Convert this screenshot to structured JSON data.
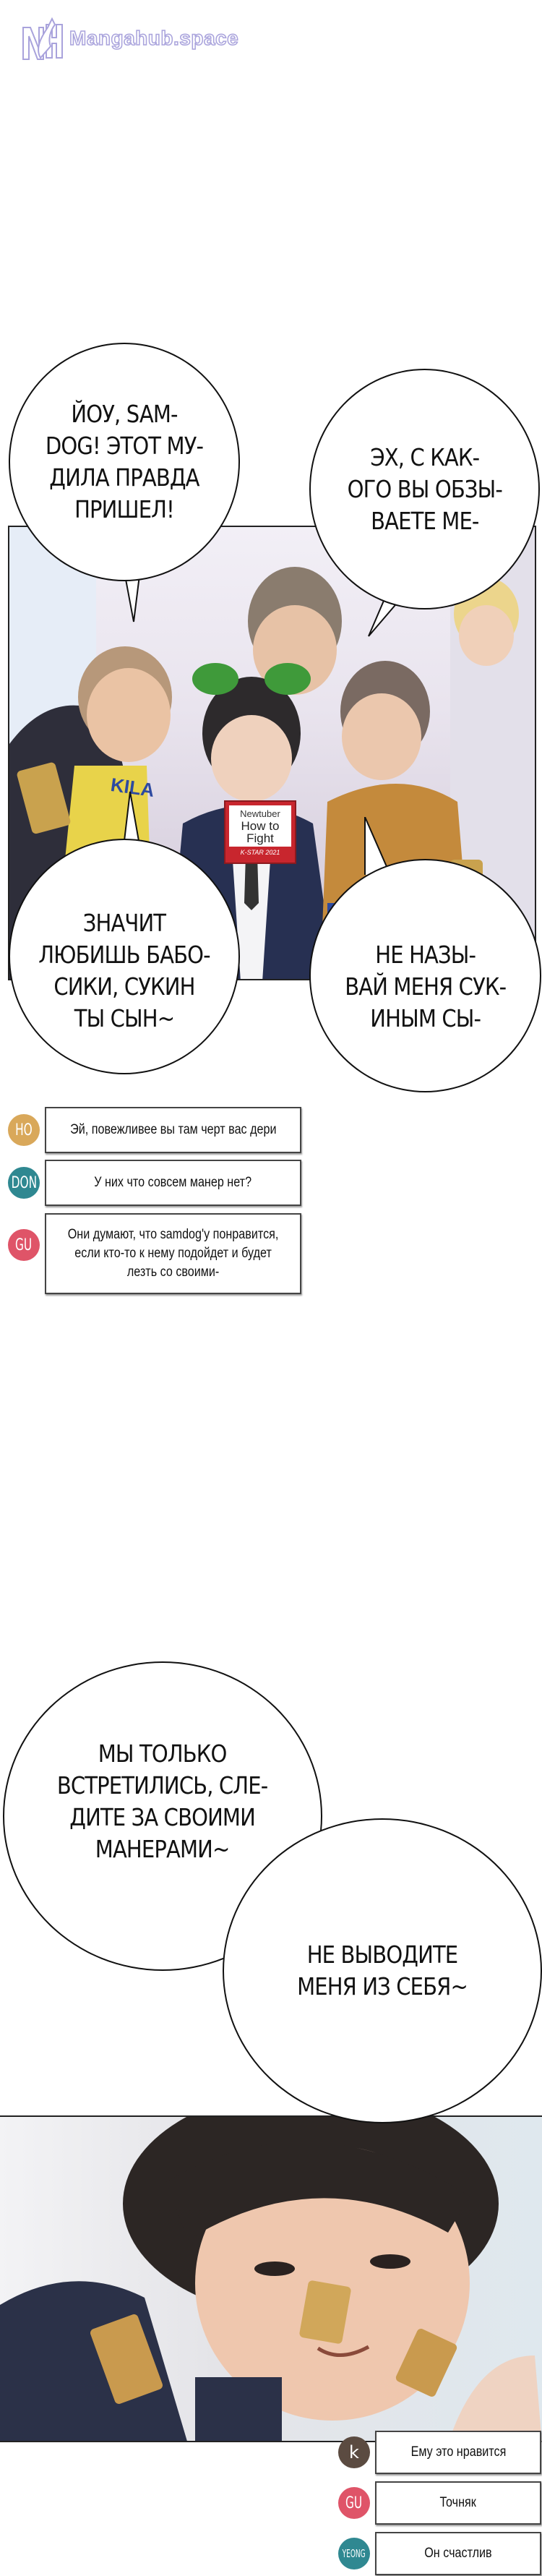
{
  "site": {
    "logo_text": "Mangahub.space",
    "logo_mark": "MH"
  },
  "page1": {
    "bubbles": [
      {
        "text": "ЙОУ, SAM-\nDOG! ЭТОТ МУ-\nДИЛА ПРАВДА\nПРИШЕЛ!"
      },
      {
        "text": "ЭХ, С КАК-\nОГО ВЫ ОБЗЫ-\nВАЕТЕ МЕ-"
      },
      {
        "text": "ЗНАЧИТ\nЛЮБИШЬ БАБО-\nСИКИ, СУКИН\nТЫ СЫН~"
      },
      {
        "text": "НЕ НАЗЫ-\nВАЙ МЕНЯ СУК-\nИНЫМ СЫ-"
      }
    ],
    "name_badge": {
      "line1": "Newtuber",
      "line2": "How to Fight",
      "footer": "K-STAR 2021"
    },
    "shirt_text": "KILA",
    "comments": [
      {
        "avatar": "HO",
        "color": "#d9a85a",
        "text": "Эй, повежливее вы там черт вас дери"
      },
      {
        "avatar": "DON",
        "color": "#2f8891",
        "text": "У них что совсем манер нет?"
      },
      {
        "avatar": "GU",
        "color": "#df5468",
        "text": "Они думают, что samdog'y понравится,\nесли кто-то к нему подойдет и будет\nлезть со своими-"
      }
    ]
  },
  "page2": {
    "bubbles": [
      {
        "text": "МЫ ТОЛЬКО\nВСТРЕТИЛИСЬ, СЛЕ-\nДИТЕ ЗА СВОИМИ\nМАНЕРАМИ~"
      },
      {
        "text": "НЕ ВЫВОДИТЕ\nМЕНЯ ИЗ СЕБЯ~"
      }
    ],
    "comments": [
      {
        "avatar": "k",
        "color": "#5b4b41",
        "text": "Ему это нравится"
      },
      {
        "avatar": "GU",
        "color": "#df5468",
        "text": "Точняк"
      },
      {
        "avatar": "YEONG",
        "color": "#2f8891",
        "text": "Он счастлив"
      }
    ]
  }
}
